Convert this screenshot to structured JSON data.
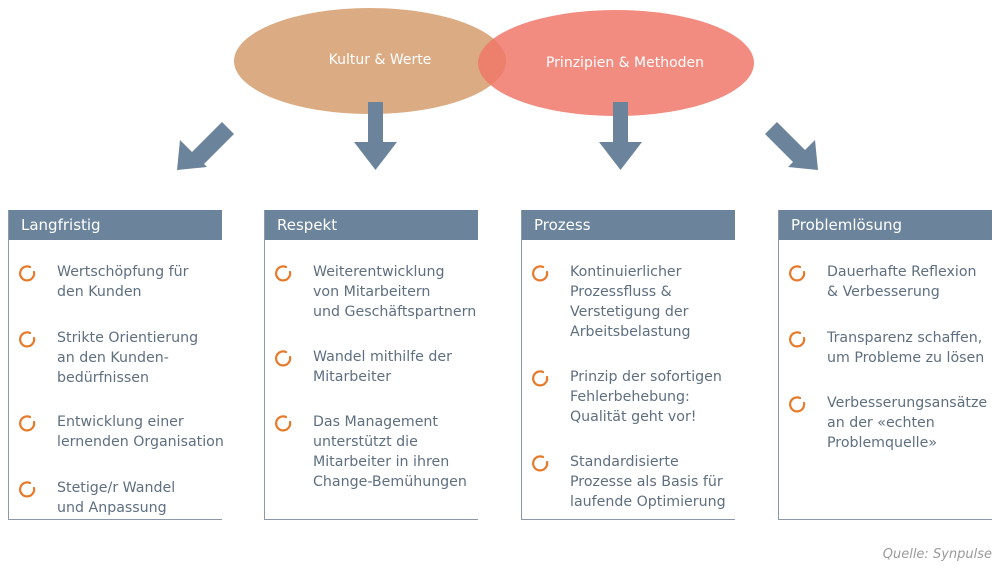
{
  "circles": {
    "left_label": "Kultur & Werte",
    "right_label": "Prinzipien & Methoden"
  },
  "columns": [
    {
      "title": "Langfristig",
      "items": [
        "Wertschöpfung für\nden Kunden",
        "Strikte Orientierung\nan den Kunden-\nbedürfnissen",
        "Entwicklung einer\nlernenden Organisation",
        "Stetige/r Wandel\nund Anpassung"
      ]
    },
    {
      "title": "Respekt",
      "items": [
        "Weiterentwicklung\nvon Mitarbeitern\nund Geschäftspartnern",
        "Wandel mithilfe der\nMitarbeiter",
        "Das Management\nunterstützt die\nMitarbeiter in ihren\nChange-Bemühungen"
      ]
    },
    {
      "title": "Prozess",
      "items": [
        "Kontinuierlicher\nProzessfluss &\nVerstetigung der\nArbeitsbelastung",
        "Prinzip der sofortigen\nFehlerbehebung:\nQualität geht vor!",
        "Standardisierte\nProzesse als Basis für\nlaufende Optimierung"
      ]
    },
    {
      "title": "Problemlösung",
      "items": [
        "Dauerhafte Reflexion\n& Verbesserung",
        "Transparenz schaffen,\num Probleme zu lösen",
        "Verbesserungsansätze\nan der «echten\nProblemquelle»"
      ]
    }
  ],
  "source": "Quelle: Synpulse",
  "colors": {
    "left_circle": "#d9a87c",
    "right_circle": "#f0776a",
    "header": "#6b849b",
    "arrow": "#6b849b",
    "bullet": "#e57a2a"
  }
}
